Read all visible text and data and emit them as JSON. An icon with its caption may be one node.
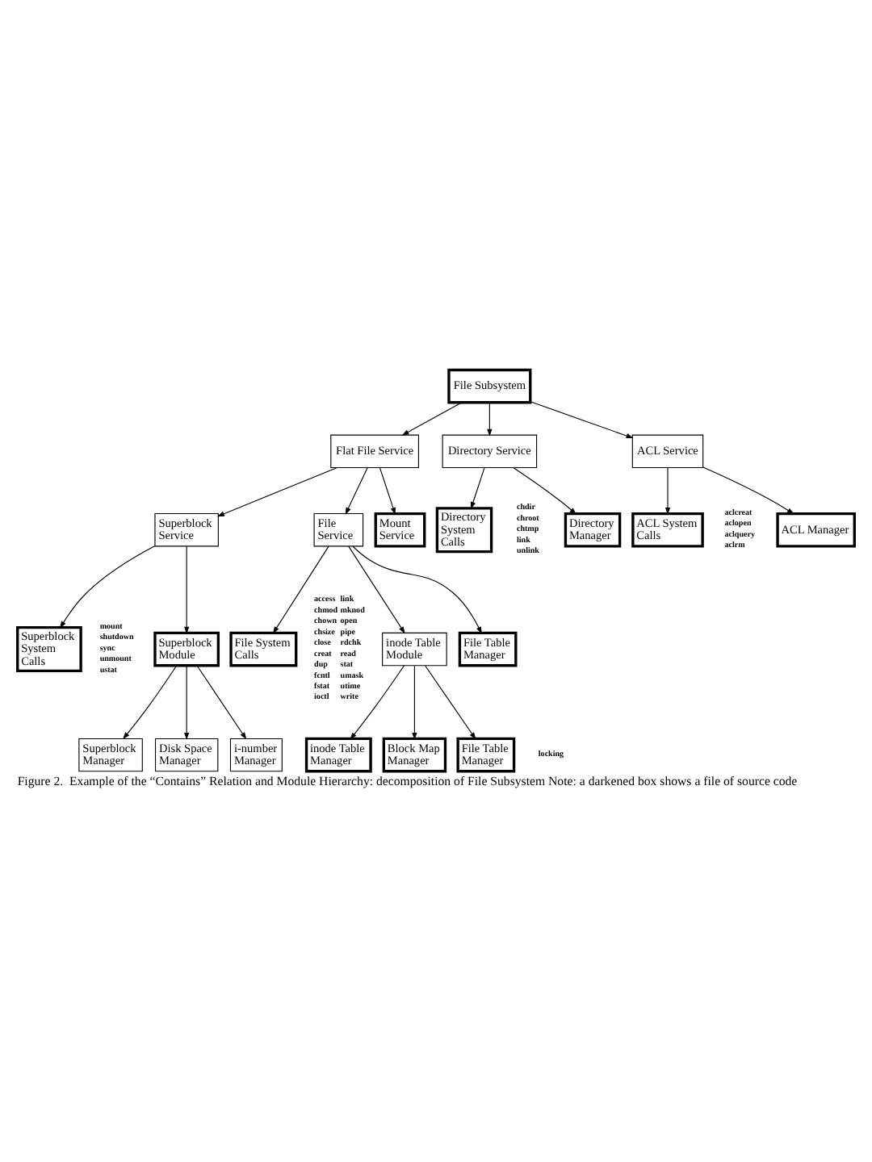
{
  "diagram": {
    "caption": "Figure 2.  Example of the “Contains” Relation and Module Hierarchy: decomposition of File Subsystem Note: a darkened box shows a file of source code",
    "nodes": [
      {
        "text": [
          "File Subsystem"
        ]
      },
      {
        "text": [
          "Flat File Service"
        ]
      },
      {
        "text": [
          "Directory Service"
        ]
      },
      {
        "text": [
          "ACL Service"
        ]
      },
      {
        "text": [
          "Superblock Service"
        ]
      },
      {
        "text": [
          "File Service"
        ]
      },
      {
        "text": [
          "Mount Service"
        ]
      },
      {
        "text": [
          "Directory System Calls"
        ],
        "beside": [
          "chdir",
          "chroot",
          "chtmp",
          "link",
          "unlink"
        ]
      },
      {
        "text": [
          "Directory Manager"
        ]
      },
      {
        "text": [
          "ACL System Calls"
        ],
        "beside": [
          "aclcreat",
          "aclopen",
          "aclquery",
          "aclrm"
        ]
      },
      {
        "text": [
          "ACL Manager"
        ]
      },
      {
        "text": [
          "Superblock System Calls"
        ],
        "beside": [
          "mount",
          "shutdown",
          "sync",
          "unmount",
          "ustat"
        ]
      },
      {
        "text": [
          "Superblock Module"
        ]
      },
      {
        "text": [
          "File System Calls"
        ],
        "beside": [
          "access",
          "link",
          "chmod",
          "mknod",
          "chown",
          "open",
          "chsize",
          "pipe",
          "close",
          "rdchk",
          "creat",
          "read",
          "dup",
          "stat",
          "fcntl",
          "umask",
          "fstat",
          "utime",
          "ioctl",
          "write"
        ]
      },
      {
        "text": [
          "inode Table Module"
        ]
      },
      {
        "text": [
          "File Table Manager"
        ]
      },
      {
        "text": [
          "Superblock Manager"
        ]
      },
      {
        "text": [
          "Disk Space Manager"
        ]
      },
      {
        "text": [
          "i-number Manager"
        ]
      },
      {
        "text": [
          "inode Table Manager"
        ]
      },
      {
        "text": [
          "Block Map Manager"
        ]
      },
      {
        "text": [
          "File Table Manager"
        ],
        "beside": [
          "locking"
        ]
      }
    ],
    "edges": [
      {
        "from": 0,
        "to": 1,
        "arrow": "to"
      },
      {
        "from": 0,
        "to": 2,
        "arrow": "to"
      },
      {
        "from": 0,
        "to": 3,
        "arrow": "to"
      },
      {
        "from": 1,
        "to": 4,
        "arrow": "to"
      },
      {
        "from": 1,
        "to": 5,
        "arrow": "to"
      },
      {
        "from": 1,
        "to": 6,
        "arrow": "to"
      },
      {
        "from": 2,
        "to": 7,
        "arrow": "to"
      },
      {
        "from": 2,
        "to": 8,
        "arrow": "to"
      },
      {
        "from": 3,
        "to": 9,
        "arrow": "to"
      },
      {
        "from": 3,
        "to": 10,
        "arrow": "to"
      },
      {
        "from": 4,
        "to": 11,
        "arrow": "to"
      },
      {
        "from": 4,
        "to": 12,
        "arrow": "to"
      },
      {
        "from": 5,
        "to": 13,
        "arrow": "to"
      },
      {
        "from": 5,
        "to": 14,
        "arrow": "to"
      },
      {
        "from": 5,
        "to": 15,
        "arrow": "to"
      },
      {
        "from": 12,
        "to": 16,
        "arrow": "to"
      },
      {
        "from": 12,
        "to": 17,
        "arrow": "to"
      },
      {
        "from": 12,
        "to": 18,
        "arrow": "to"
      },
      {
        "from": 14,
        "to": 19,
        "arrow": "to"
      },
      {
        "from": 14,
        "to": 20,
        "arrow": "to"
      },
      {
        "from": 14,
        "to": 21,
        "arrow": "to"
      }
    ]
  }
}
